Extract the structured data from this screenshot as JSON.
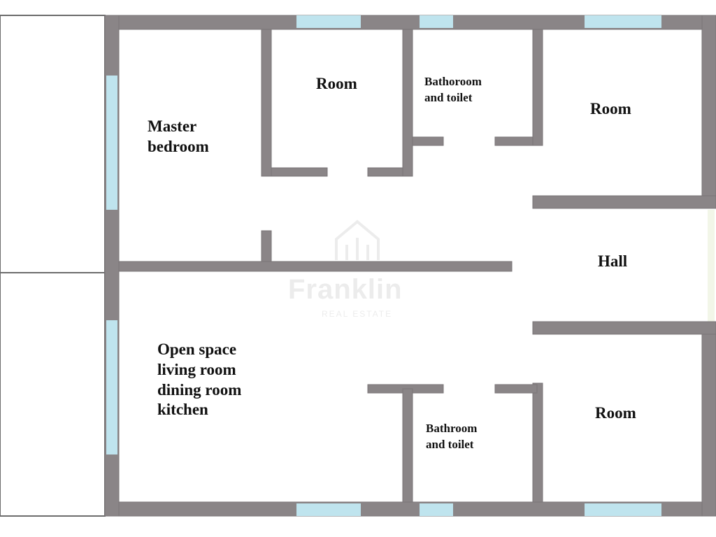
{
  "floor_plan": {
    "rooms": {
      "master_bedroom": "Master\nbedroom",
      "room_top_left": "Room",
      "bathroom_top": "Bathoroom\nand toilet",
      "room_top_right": "Room",
      "hall": "Hall",
      "open_space": "Open space\nliving room\ndining room\nkitchen",
      "bathroom_bottom": "Bathroom\nand toilet",
      "room_bottom_right": "Room"
    },
    "colors": {
      "wall": "#8a8587",
      "window": "#bfe4ee",
      "background": "#ffffff"
    },
    "watermark": {
      "brand": "Franklin",
      "sub": "REAL ESTATE"
    }
  }
}
